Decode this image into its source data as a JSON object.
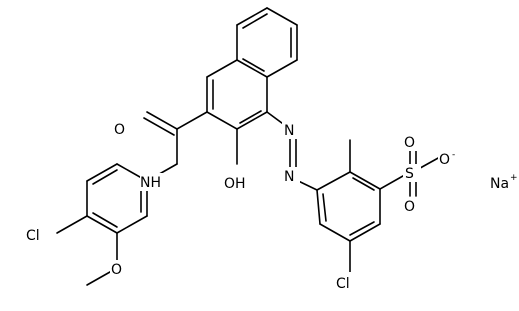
{
  "molecule": {
    "atom_labels": {
      "carbonyl_oxygen": "O",
      "amide_nh": "NH",
      "hydroxyl": "OH",
      "azo_n1": "N",
      "azo_n2": "N",
      "chloro_left": "Cl",
      "methoxy_oxygen": "O",
      "sulfur": "S",
      "sulfonyl_o_top": "O",
      "sulfonyl_o_bottom": "O",
      "sulfonate_o": "O",
      "sulfonate_charge": "-",
      "chloro_right": "Cl",
      "sodium": "Na",
      "sodium_charge": "+"
    }
  }
}
